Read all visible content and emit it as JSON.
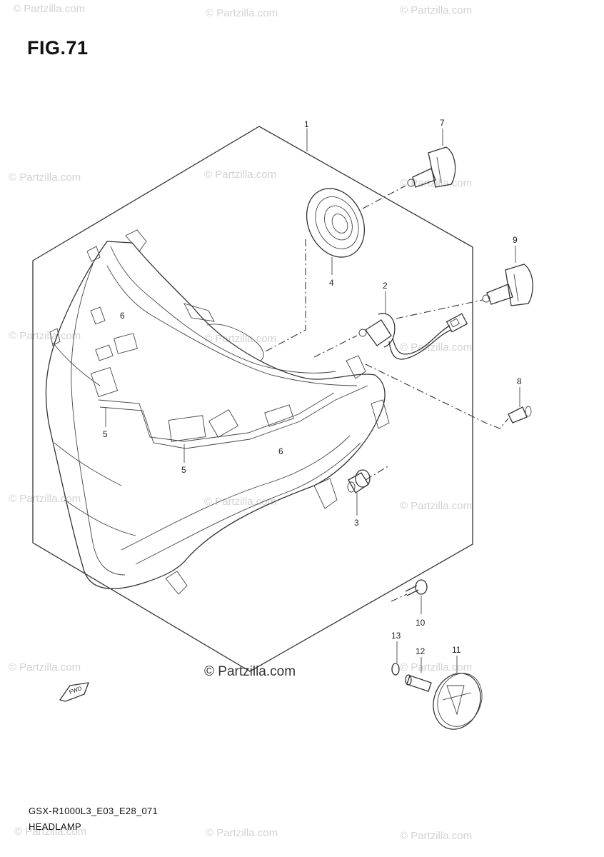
{
  "figure": {
    "title": "FIG.71"
  },
  "watermarks": {
    "repeated_text": "© Partzilla.com",
    "center_text": "© Partzilla.com"
  },
  "diagram": {
    "part_callouts": [
      "1",
      "2",
      "3",
      "4",
      "5",
      "5",
      "6",
      "6",
      "7",
      "8",
      "9",
      "10",
      "11",
      "12",
      "13"
    ],
    "fwd_arrow_label": "FWD"
  },
  "footer": {
    "code": "GSX-R1000L3_E03_E28_071",
    "name": "HEADLAMP"
  }
}
